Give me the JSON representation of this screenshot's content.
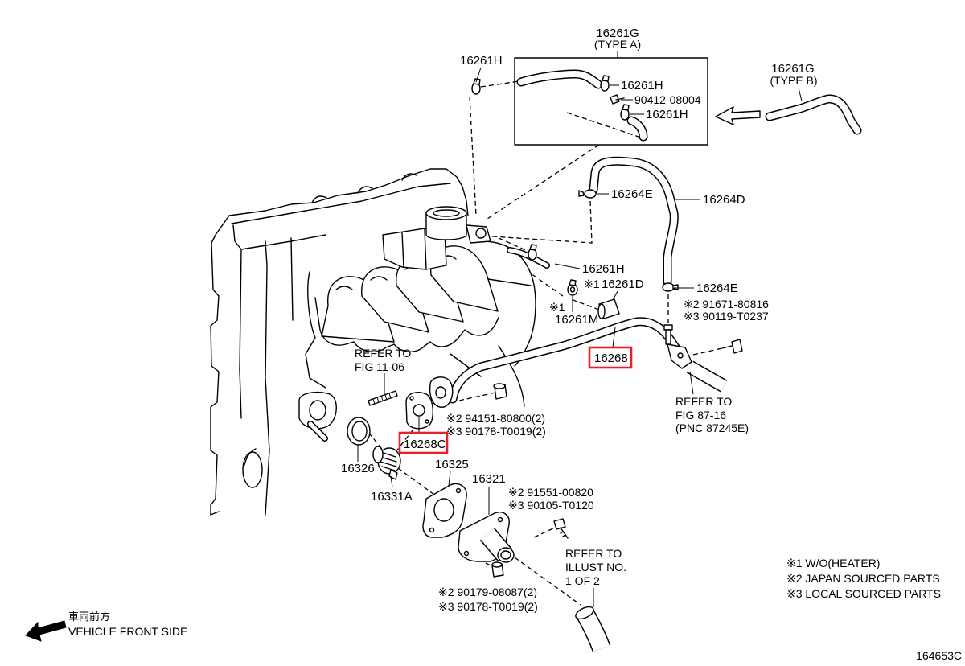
{
  "parts": {
    "hose_type_a": {
      "pnc": "16261G",
      "note": "(TYPE A)"
    },
    "hose_type_b": {
      "pnc": "16261G",
      "note": "(TYPE B)"
    },
    "clamp_outer": {
      "pnc": "16261H"
    },
    "clamp_type_a_1": {
      "pnc": "16261H"
    },
    "clip_bolt": {
      "part_no": "90412-08004"
    },
    "clamp_type_a_2": {
      "pnc": "16261H"
    },
    "clamp_upper": {
      "pnc": "16264E"
    },
    "hose_16264d": {
      "pnc": "16264D"
    },
    "clamp_manifold": {
      "pnc": "16261H"
    },
    "plug_16261d": {
      "mark": "※1",
      "pnc": "16261D"
    },
    "clamp_lower": {
      "pnc": "16264E"
    },
    "bolt_bracket": {
      "japan": "※2 91671-80816",
      "local": "※3 90119-T0237"
    },
    "hose_16261m": {
      "mark": "※1",
      "pnc": "16261M"
    },
    "pipe_16268": {
      "pnc": "16268",
      "highlighted": true
    },
    "gasket_16268c": {
      "pnc": "16268C",
      "highlighted": true
    },
    "nut_pipe": {
      "japan": "※2 94151-80800(2)",
      "local": "※3 90178-T0019(2)"
    },
    "ring_16326": {
      "pnc": "16326"
    },
    "part_16331a": {
      "pnc": "16331A"
    },
    "gasket_16325": {
      "pnc": "16325"
    },
    "housing_16321": {
      "pnc": "16321"
    },
    "bolt_housing": {
      "japan": "※2 91551-00820",
      "local": "※3 90105-T0120"
    },
    "nut_housing": {
      "japan": "※2 90179-08087(2)",
      "local": "※3 90178-T0019(2)"
    }
  },
  "references": {
    "fig_11_06": {
      "line1": "REFER TO",
      "line2": "FIG 11-06"
    },
    "fig_87_16": {
      "line1": "REFER TO",
      "line2": "FIG 87-16",
      "line3": "(PNC 87245E)"
    },
    "illust": {
      "line1": "REFER TO",
      "line2": "ILLUST NO.",
      "line3": "1 OF 2"
    }
  },
  "legend": [
    "※1 W/O(HEATER)",
    "※2 JAPAN SOURCED PARTS",
    "※3 LOCAL SOURCED PARTS"
  ],
  "direction": {
    "jp": "車両前方",
    "en": "VEHICLE FRONT SIDE"
  },
  "figure_id": "164653C",
  "icons": {
    "direction_arrow": "arrow-left-icon",
    "type_b_arrow": "arrow-left-icon"
  },
  "colors": {
    "highlight": "#e8202a",
    "line": "#000000",
    "background": "#ffffff"
  }
}
